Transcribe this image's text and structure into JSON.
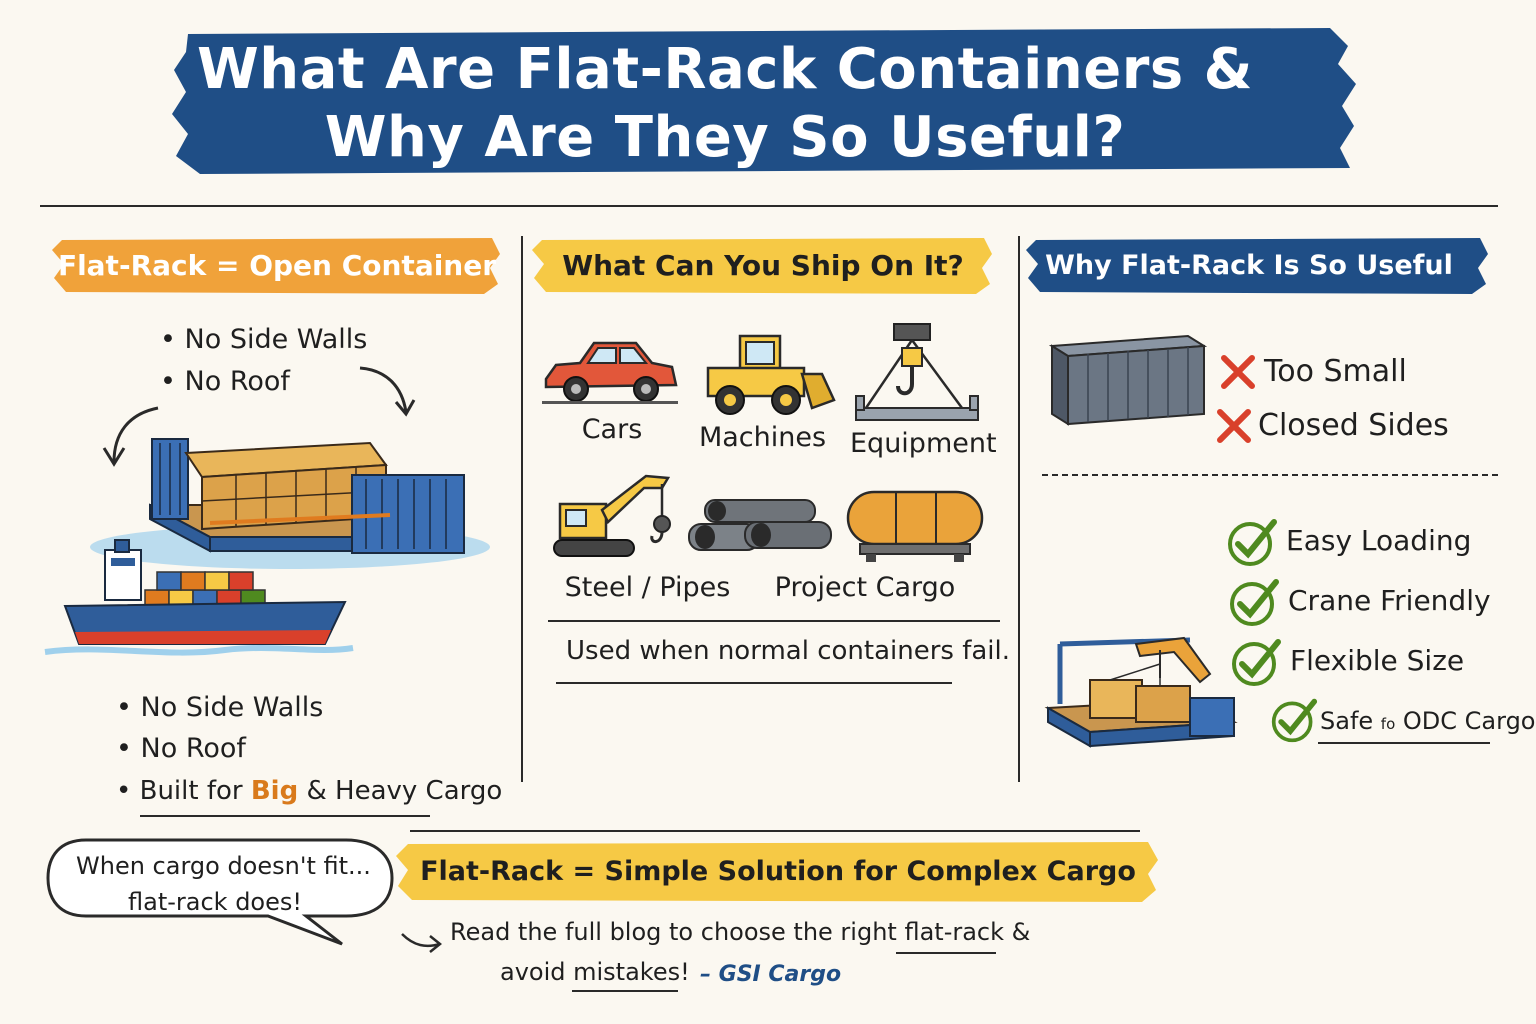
{
  "title": {
    "line1": "What Are Flat-Rack Containers &",
    "line2": "Why Are They So Useful?"
  },
  "colors": {
    "title_bg": "#1f4e86",
    "orange_banner": "#f0a23a",
    "yellow_banner": "#f6c945",
    "blue_banner": "#1f4e86",
    "check_green": "#4f8a1f",
    "cross_red": "#d9402b"
  },
  "left": {
    "banner": "Flat-Rack = Open Container",
    "top_bullets": [
      "No Side Walls",
      "No Roof"
    ],
    "bottom_bullets": [
      "No Side Walls",
      "No Roof"
    ],
    "last_bullet": {
      "pre": "Built for ",
      "accent": "Big",
      "amp": " & ",
      "post": "Heavy Cargo"
    }
  },
  "middle": {
    "banner": "What Can You Ship On It?",
    "items": [
      {
        "label": "Cars",
        "icon": "car-icon"
      },
      {
        "label": "Machines",
        "icon": "loader-machine-icon"
      },
      {
        "label": "Equipment",
        "icon": "crane-hook-icon"
      },
      {
        "label": "Steel / Pipes",
        "icon": "excavator-icon"
      },
      {
        "label": "Project Cargo",
        "icon": "tank-cargo-icon"
      }
    ],
    "note": "Used when normal containers fail."
  },
  "right": {
    "banner": "Why Flat-Rack Is So Useful",
    "cons": [
      "Too Small",
      "Closed Sides"
    ],
    "pros": [
      "Easy Loading",
      "Crane Friendly",
      "Flexible Size"
    ],
    "last_pro": {
      "pre": "Safe ",
      "small": "fo",
      "post": " ODC Cargo"
    }
  },
  "footer": {
    "bubble_line1": "When cargo doesn't fit...",
    "bubble_line2": "flat-rack does!",
    "banner": "Flat-Rack = Simple Solution for Complex Cargo",
    "cta_line1": "Read the full blog to choose the right flat-rack &",
    "cta_line2": "avoid mistakes!",
    "signature": "– GSI Cargo"
  }
}
